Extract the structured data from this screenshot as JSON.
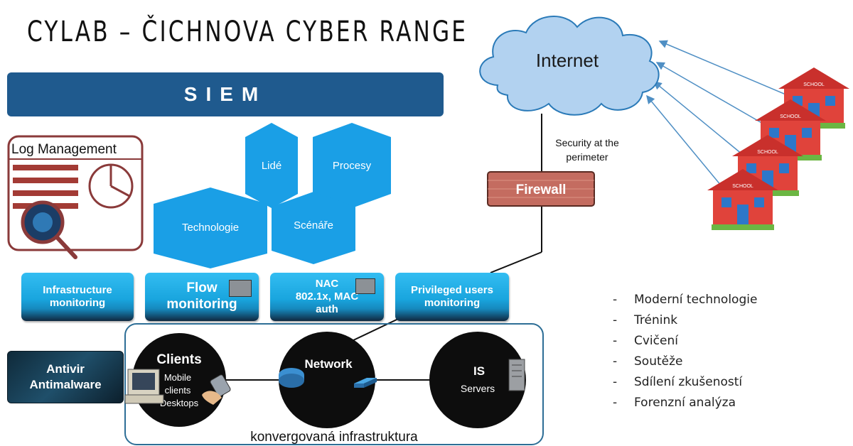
{
  "title": "CYLAB – ČICHNOVA CYBER RANGE",
  "siem": "SIEM",
  "log_management": "Log Management",
  "hexagons": {
    "lide": "Lidé",
    "procesy": "Procesy",
    "technologie": "Technologie",
    "scenare": "Scénáře"
  },
  "monitoring": {
    "infrastructure": [
      "Infrastructure",
      "monitoring"
    ],
    "flow": [
      "Flow",
      "monitoring"
    ],
    "nac": [
      "NAC",
      "802.1x, MAC",
      "auth"
    ],
    "privileged": [
      "Privileged users",
      "monitoring"
    ]
  },
  "antivirus": [
    "Antivir",
    "Antimalware"
  ],
  "clients": {
    "title": "Clients",
    "lines": [
      "Mobile",
      "clients",
      "Desktops"
    ]
  },
  "network": {
    "title": "Network"
  },
  "is": {
    "title": "IS",
    "sub": "Servers"
  },
  "infrastructure_caption": "konvergovaná infrastruktura",
  "internet": "Internet",
  "perimeter": [
    "Security at the",
    "perimeter"
  ],
  "firewall": "Firewall",
  "school_label": "SCHOOL",
  "bullets": [
    "Moderní technologie",
    "Trénink",
    "Cvičení",
    "Soutěže",
    "Sdílení zkušeností",
    "Forenzní analýza"
  ],
  "colors": {
    "siem": "#1f5a8e",
    "hexagon": "#1a9fe6",
    "monitor": "#19a5de",
    "circle": "#0d0d0d",
    "firewall": "#c46c60",
    "cloud": "#b2d2f0"
  }
}
